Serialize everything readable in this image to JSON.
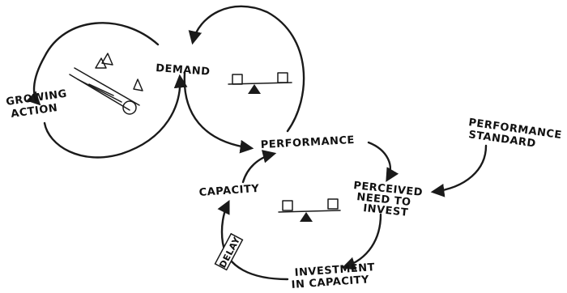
{
  "diagram": {
    "labels": {
      "demand": "DEMAND",
      "growing_action_1": "GROWING",
      "growing_action_2": "ACTION",
      "performance": "PERFORMANCE",
      "performance_standard_1": "PERFORMANCE",
      "performance_standard_2": "STANDARD",
      "capacity": "CAPACITY",
      "perceived_need_1": "PERCEIVED",
      "perceived_need_2": "NEED TO",
      "perceived_need_3": "INVEST",
      "investment_1": "INVESTMENT",
      "investment_2": "IN CAPACITY",
      "delay": "DELAY"
    },
    "icons": [
      "snowball-rolling-downhill-icon",
      "balance-seesaw-icon",
      "balance-seesaw-icon"
    ]
  }
}
